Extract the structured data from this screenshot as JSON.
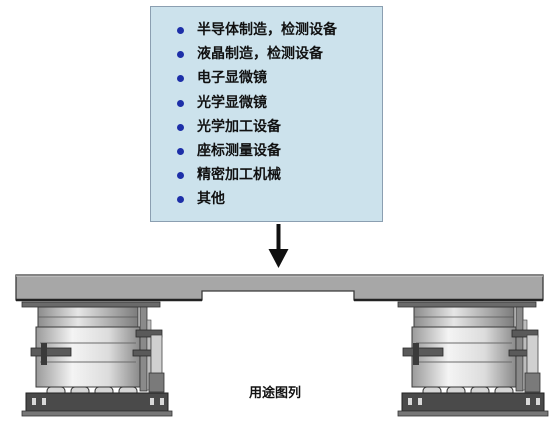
{
  "usage_list": {
    "bullet_color": "#1d2fa8",
    "items": [
      "半导体制造，检测设备",
      "液晶制造，检测设备",
      "电子显微镜",
      "光学显微镜",
      "光学加工设备",
      "座标测量设备",
      "精密加工机械",
      "其他"
    ]
  },
  "caption": "用途图列",
  "colors": {
    "box_fill": "#cce2ec",
    "box_border": "#8b9fb1",
    "platform": "#a7a7a7",
    "isolator_light": "#ececec",
    "isolator_dark": "#4a4a4a"
  },
  "icons": {
    "arrow": "arrow-down-icon"
  }
}
